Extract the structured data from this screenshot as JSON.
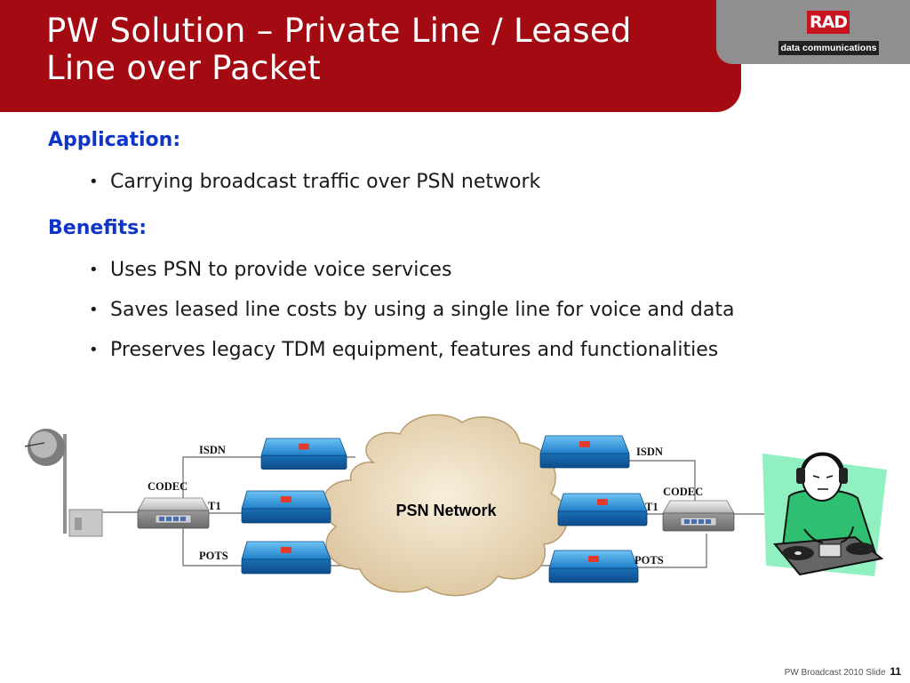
{
  "slide": {
    "title_line1": "PW Solution – Private Line / Leased",
    "title_line2": "Line over Packet",
    "logo": {
      "brand": "RAD",
      "subtitle": "data communications"
    },
    "application": {
      "heading": "Application:",
      "bullets": [
        "Carrying broadcast traffic over PSN network"
      ]
    },
    "benefits": {
      "heading": "Benefits:",
      "bullets": [
        "Uses PSN to provide voice services",
        "Saves leased line costs by using a single line for voice and data",
        "Preserves legacy TDM equipment, features and functionalities"
      ]
    },
    "diagram": {
      "network_label": "PSN Network",
      "left_codec": "CODEC",
      "right_codec": "CODEC",
      "left_links": [
        "ISDN",
        "T1",
        "POTS"
      ],
      "right_links": [
        "ISDN",
        "T1",
        "POTS"
      ]
    },
    "footer": {
      "text": "PW Broadcast 2010  Slide",
      "number": "11"
    }
  },
  "colors": {
    "title_bar": "#a30a12",
    "heading": "#0f35c8",
    "device_blue": "#1f7fc8",
    "dj_background": "#90f0c0",
    "dj_shirt": "#2ec070"
  }
}
